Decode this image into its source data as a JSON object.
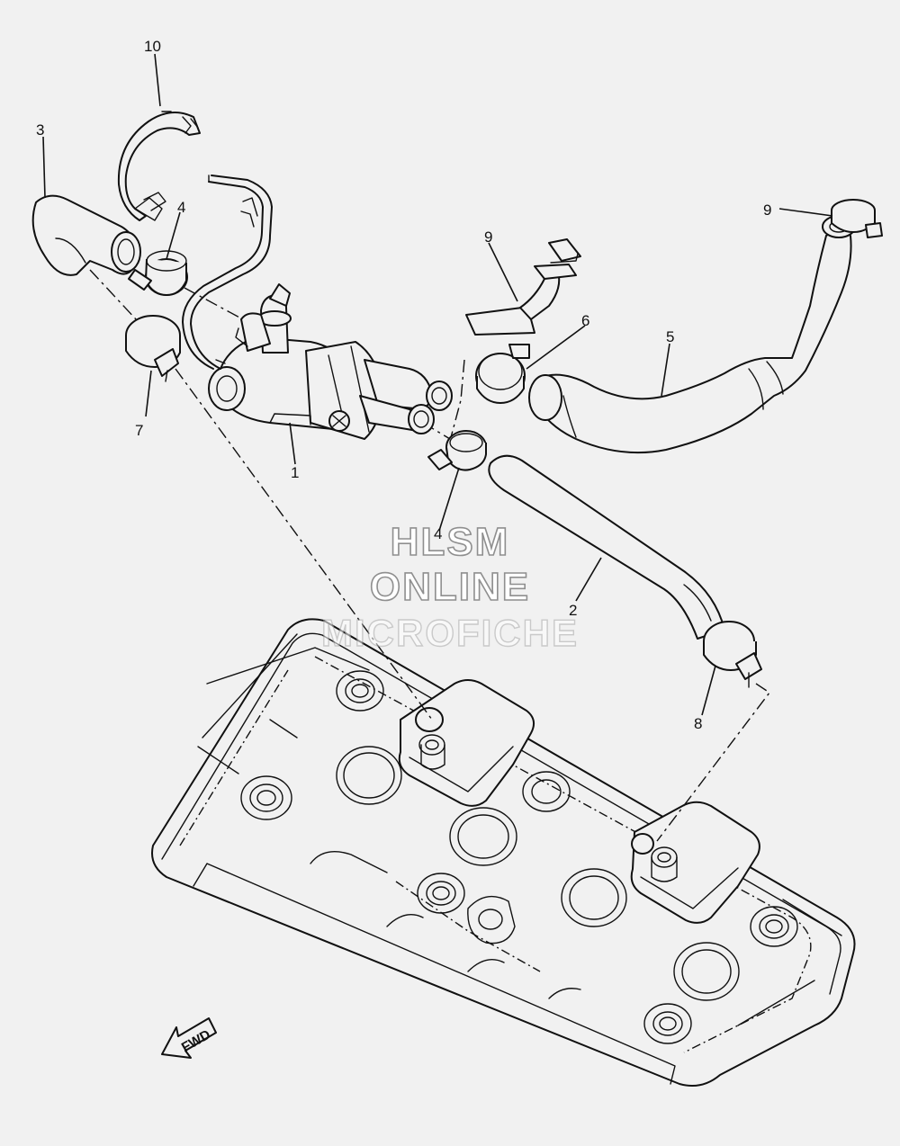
{
  "diagram": {
    "callouts": [
      {
        "id": "callout-1",
        "label": "1"
      },
      {
        "id": "callout-2",
        "label": "2"
      },
      {
        "id": "callout-3",
        "label": "3"
      },
      {
        "id": "callout-4a",
        "label": "4"
      },
      {
        "id": "callout-4b",
        "label": "4"
      },
      {
        "id": "callout-5",
        "label": "5"
      },
      {
        "id": "callout-6",
        "label": "6"
      },
      {
        "id": "callout-7",
        "label": "7"
      },
      {
        "id": "callout-8",
        "label": "8"
      },
      {
        "id": "callout-9a",
        "label": "9"
      },
      {
        "id": "callout-9b",
        "label": "9"
      },
      {
        "id": "callout-10",
        "label": "10"
      }
    ],
    "fwd_label": "FWD"
  },
  "watermark": {
    "line1": "HLSM",
    "line2": "ONLINE",
    "line3": "MICROFICHE"
  }
}
